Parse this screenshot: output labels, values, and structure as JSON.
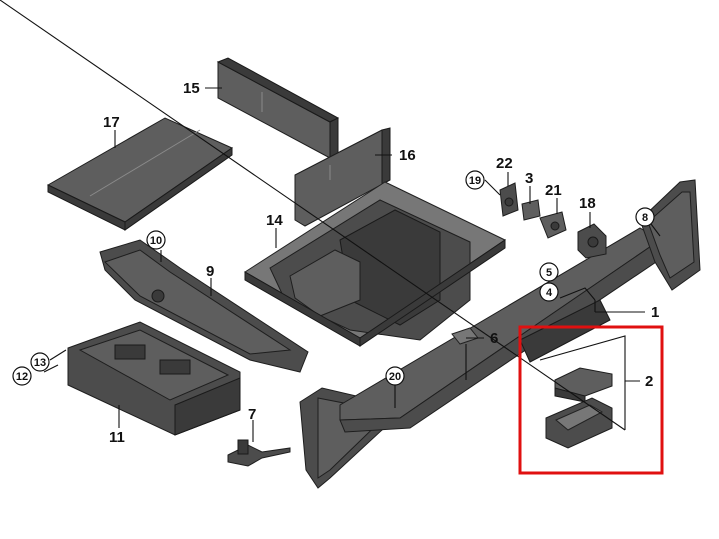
{
  "highlight_color": "#e01010",
  "callouts": [
    {
      "id": "c1",
      "text": "1"
    },
    {
      "id": "c2",
      "text": "2"
    },
    {
      "id": "c3",
      "text": "3"
    },
    {
      "id": "c4",
      "text": "4"
    },
    {
      "id": "c5",
      "text": "5"
    },
    {
      "id": "c6",
      "text": "6"
    },
    {
      "id": "c7",
      "text": "7"
    },
    {
      "id": "c9",
      "text": "9"
    },
    {
      "id": "c10",
      "text": "10"
    },
    {
      "id": "c11",
      "text": "11"
    },
    {
      "id": "c12",
      "text": "12"
    },
    {
      "id": "c13",
      "text": "13"
    },
    {
      "id": "c14",
      "text": "14"
    },
    {
      "id": "c15",
      "text": "15"
    },
    {
      "id": "c16",
      "text": "16"
    },
    {
      "id": "c17",
      "text": "17"
    },
    {
      "id": "c18",
      "text": "18"
    },
    {
      "id": "c19",
      "text": "19"
    },
    {
      "id": "c20",
      "text": "20"
    },
    {
      "id": "c21",
      "text": "21"
    },
    {
      "id": "c22",
      "text": "22"
    },
    {
      "id": "c8",
      "text": "8"
    }
  ]
}
